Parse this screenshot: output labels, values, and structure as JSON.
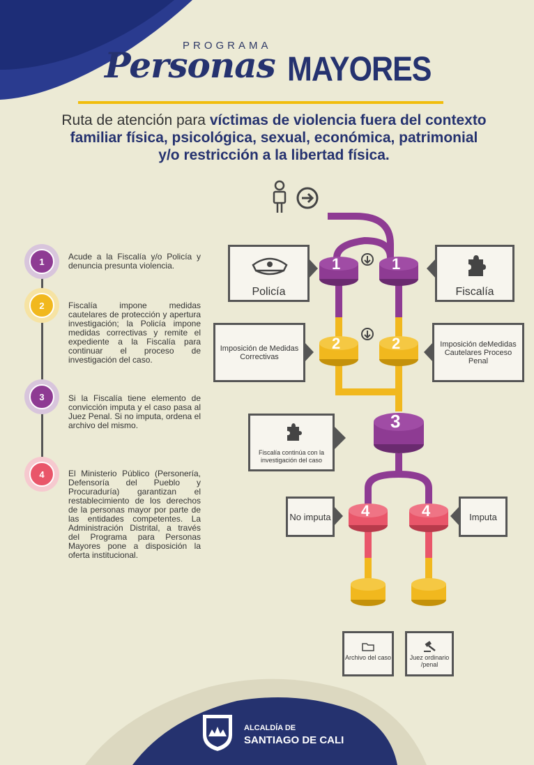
{
  "header": {
    "pre_title": "PROGRAMA",
    "brand_script": "Personas",
    "brand_caps": "MAYORES"
  },
  "headline": {
    "intro": "Ruta de atención para ",
    "line1_bold": "víctimas de violencia fuera del contexto",
    "line2_bold": "familiar física, psicológica, sexual, económica, patrimonial",
    "line3_bold": "y/o restricción a la libertad física."
  },
  "steps": [
    {
      "number": "1",
      "color": "#8e3b93",
      "text": "Acude a la Fiscalía y/o Policía y denuncia presunta violencia."
    },
    {
      "number": "2",
      "color": "#f1b81e",
      "text": "Fiscalía impone medidas cautelares de protección y apertura investigación; la Policía impone medidas correctivas y remite el expediente a la Fiscalía para continuar el proceso de investigación del caso."
    },
    {
      "number": "3",
      "color": "#8e3b93",
      "text": "Si la Fiscalía tiene elemento de convicción imputa y el caso pasa al Juez Penal. Si no imputa, ordena el archivo del mismo."
    },
    {
      "number": "4",
      "color": "#e9566a",
      "text": "El Ministerio Público (Personería, Defensoría del Pueblo y Procuraduría) garantizan el restablecimiento de los derechos de la personas mayor por parte de las entidades competentes. La Administración Distrital, a través del Programa para Personas Mayores pone a disposición la oferta institucional."
    }
  ],
  "flow": {
    "policia": "Policía",
    "fiscalia": "Fiscalía",
    "correctivas": "Imposición de Medidas Correctivas",
    "cautelares": "Imposición deMedidas Cautelares Proceso Penal",
    "continua": "Fiscalía continúa con la investigación del caso",
    "no_imputa": "No imputa",
    "imputa": "Imputa",
    "archivo": "Archivo del caso",
    "juez": "Juez ordinario /penal",
    "n1": "1",
    "n2": "2",
    "n3": "3",
    "n4": "4"
  },
  "footer": {
    "line1": "ALCALDÍA DE",
    "line2": "SANTIAGO DE CALI"
  },
  "colors": {
    "navy": "#25326f",
    "purple": "#8e3b93",
    "yellow": "#f1b81e",
    "red": "#e9566a",
    "background": "#ecead5"
  },
  "icons": [
    "person-icon",
    "arrow-right-circle-icon",
    "down-arrow-circle-icon",
    "police-cap-icon",
    "puzzle-icon",
    "folder-icon",
    "gavel-icon",
    "city-shield-icon"
  ]
}
